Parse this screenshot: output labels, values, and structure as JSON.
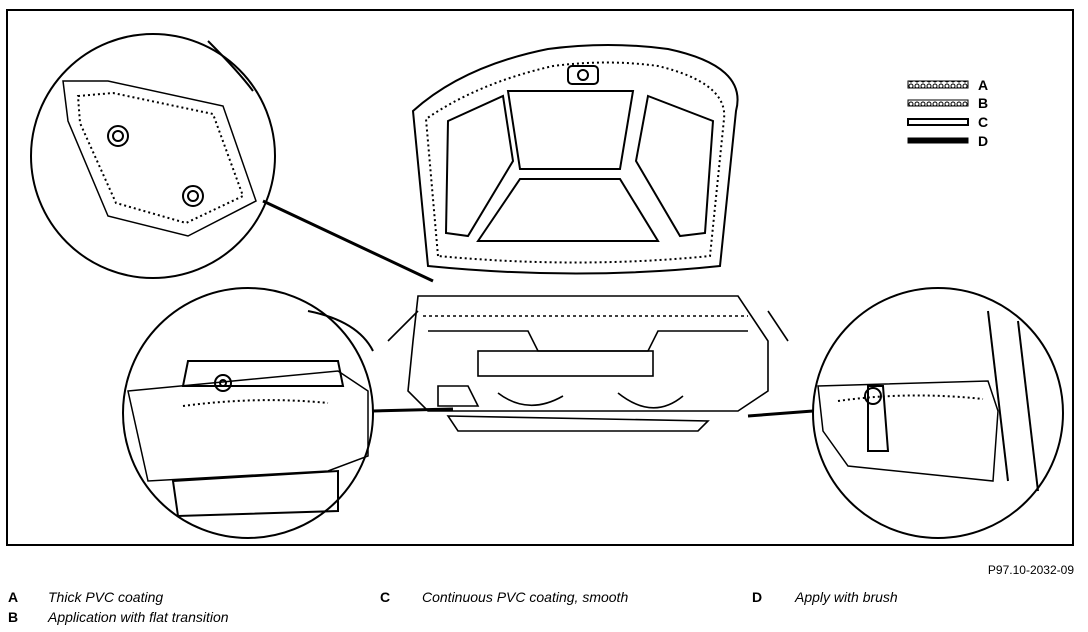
{
  "legend": [
    {
      "key": "A"
    },
    {
      "key": "B"
    },
    {
      "key": "C"
    },
    {
      "key": "D"
    }
  ],
  "reference": "P97.10-2032-09",
  "captions": [
    {
      "key": "A",
      "text": "Thick PVC coating"
    },
    {
      "key": "B",
      "text": "Application with flat transition"
    },
    {
      "key": "C",
      "text": "Continuous PVC coating, smooth"
    },
    {
      "key": "D",
      "text": "Apply with brush"
    }
  ]
}
